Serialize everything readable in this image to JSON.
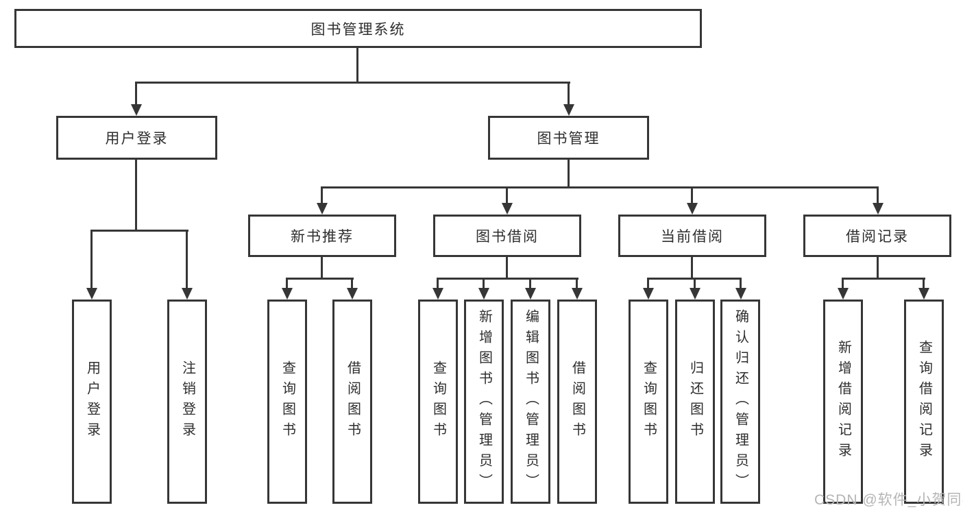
{
  "diagram_title": "图书管理系统",
  "tree": {
    "label": "图书管理系统",
    "children": [
      {
        "label": "用户登录",
        "children": [
          {
            "label": "用户登录"
          },
          {
            "label": "注销登录"
          }
        ]
      },
      {
        "label": "图书管理",
        "children": [
          {
            "label": "新书推荐",
            "children": [
              {
                "label": "查询图书"
              },
              {
                "label": "借阅图书"
              }
            ]
          },
          {
            "label": "图书借阅",
            "children": [
              {
                "label": "查询图书"
              },
              {
                "label": "新增图书（管理员）"
              },
              {
                "label": "编辑图书（管理员）"
              },
              {
                "label": "借阅图书"
              }
            ]
          },
          {
            "label": "当前借阅",
            "children": [
              {
                "label": "查询图书"
              },
              {
                "label": "归还图书"
              },
              {
                "label": "确认归还（管理员）"
              }
            ]
          },
          {
            "label": "借阅记录",
            "children": [
              {
                "label": "新增借阅记录"
              },
              {
                "label": "查询借阅记录"
              }
            ]
          }
        ]
      }
    ]
  },
  "watermark": {
    "text": "CSDN @软件_小贺同学"
  },
  "colors": {
    "line": "#363636",
    "box_border": "#363636",
    "box_fill": "#ffffff",
    "text": "#2e2e2e",
    "watermark": "#b5b5b5",
    "background": "#ffffff"
  }
}
